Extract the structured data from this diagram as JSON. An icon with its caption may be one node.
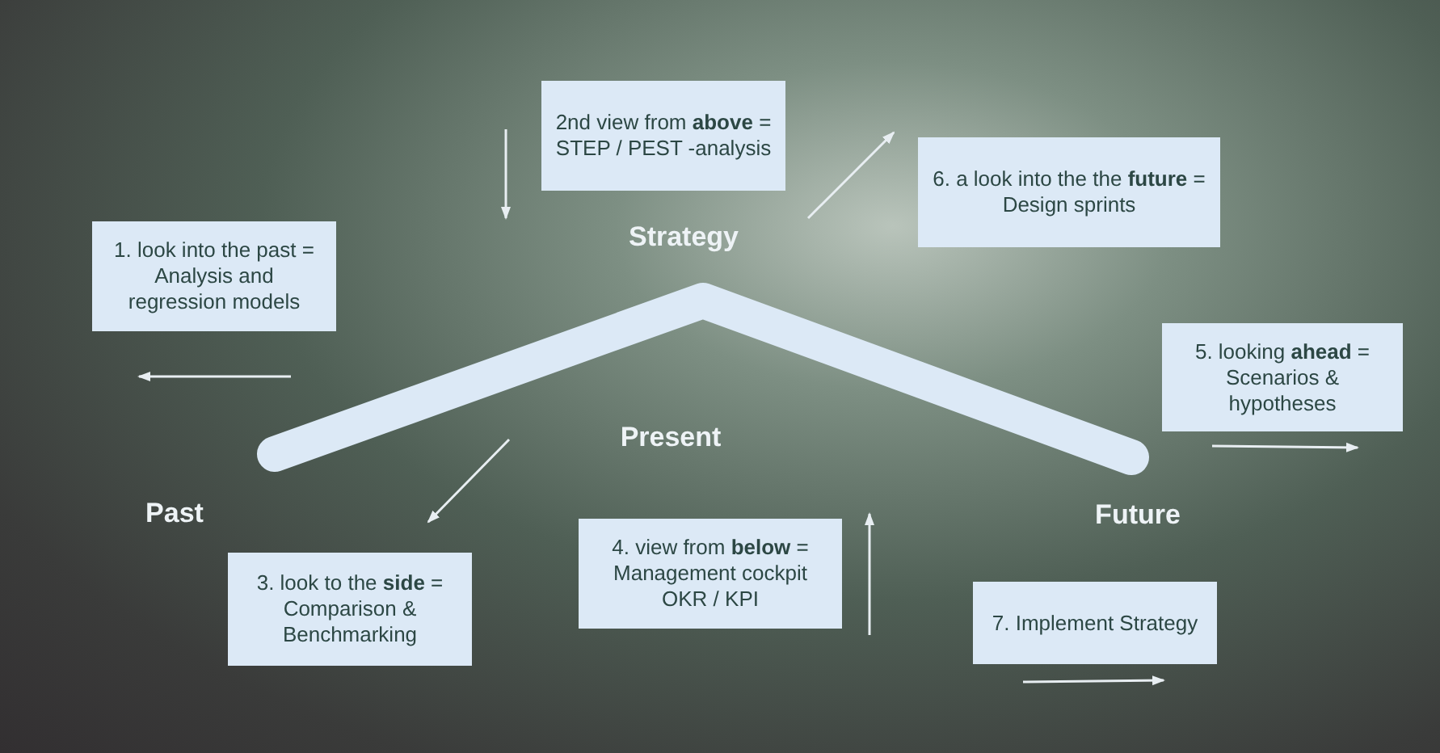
{
  "diagram": {
    "nodes": [
      {
        "text": [
          "1. look into the past = Analysis and regression models"
        ]
      },
      {
        "text": [
          "2nd view from **above** = STEP / PEST -analysis"
        ]
      },
      {
        "text": [
          "6. a look into the the **future** = Design sprints"
        ]
      },
      {
        "text": [
          "5. looking **ahead** = Scenarios & hypotheses"
        ]
      },
      {
        "text": [
          "3. look to the **side** = Comparison & Benchmarking"
        ]
      },
      {
        "text": [
          "4. view from **below** = Management cockpit OKR / KPI"
        ]
      },
      {
        "text": [
          "7. Implement Strategy"
        ]
      }
    ],
    "labels": [
      "Strategy",
      "Present",
      "Past",
      "Future"
    ]
  }
}
